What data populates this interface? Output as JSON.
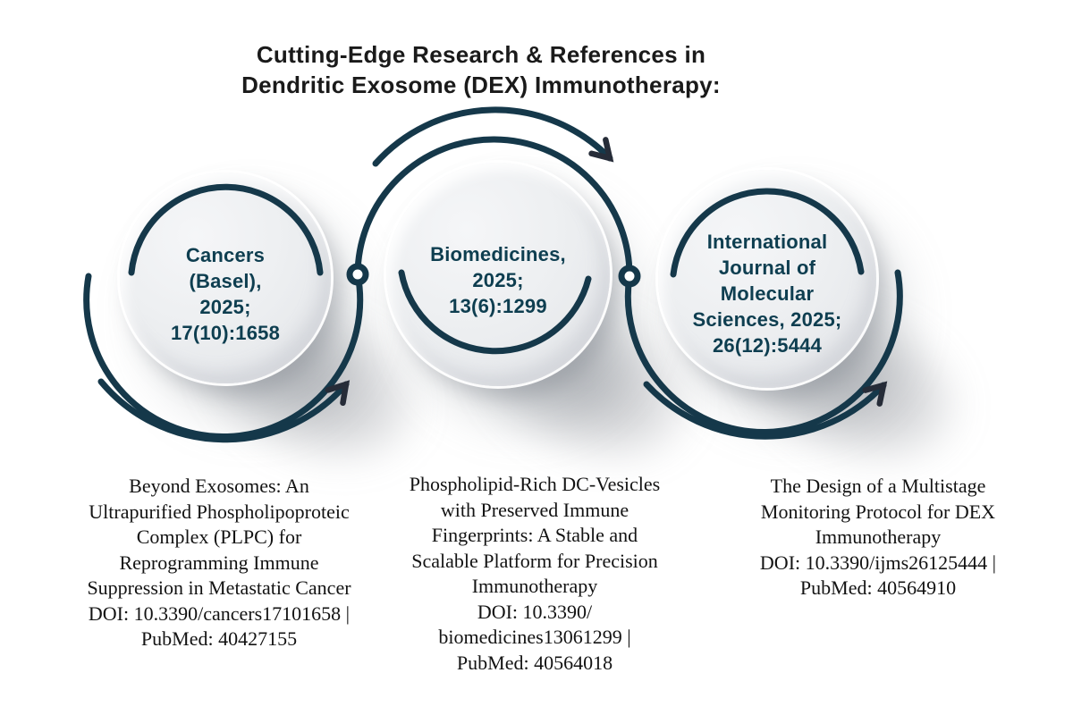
{
  "title": {
    "lines": [
      "Cutting-Edge Research & References in",
      "Dendritic Exosome (DEX) Immunotherapy:"
    ]
  },
  "colors": {
    "arc": "#15384a",
    "arrowhead": "#262c38",
    "journal_text": "#0e3e50",
    "circle_fill": "#eaecef",
    "title_text": "#1a1a1a",
    "body_text": "#131313"
  },
  "icons": {
    "connector_ring": "connector-ring-icon",
    "curved_arrow": "curved-arrow-icon"
  },
  "nodes": [
    {
      "journal": [
        "Cancers",
        "(Basel),",
        "2025;",
        "17(10):1658"
      ],
      "caption": [
        "Beyond Exosomes: An",
        "Ultrapurified Phospholipoproteic",
        "Complex (PLPC) for",
        "Reprogramming Immune",
        "Suppression in Metastatic Cancer",
        "DOI: 10.3390/cancers17101658 |",
        "PubMed: 40427155"
      ]
    },
    {
      "journal": [
        "Biomedicines,",
        "2025;",
        "13(6):1299"
      ],
      "caption": [
        "Phospholipid-Rich DC-Vesicles",
        "with Preserved Immune",
        "Fingerprints: A Stable and",
        "Scalable Platform for Precision",
        "Immunotherapy",
        "DOI: 10.3390/",
        "biomedicines13061299 |",
        "PubMed: 40564018"
      ]
    },
    {
      "journal": [
        "International",
        "Journal of",
        "Molecular",
        "Sciences, 2025;",
        "26(12):5444"
      ],
      "caption": [
        "The Design of a Multistage",
        "Monitoring Protocol for DEX",
        "Immunotherapy",
        "DOI: 10.3390/ijms26125444 |",
        "PubMed: 40564910"
      ]
    }
  ]
}
